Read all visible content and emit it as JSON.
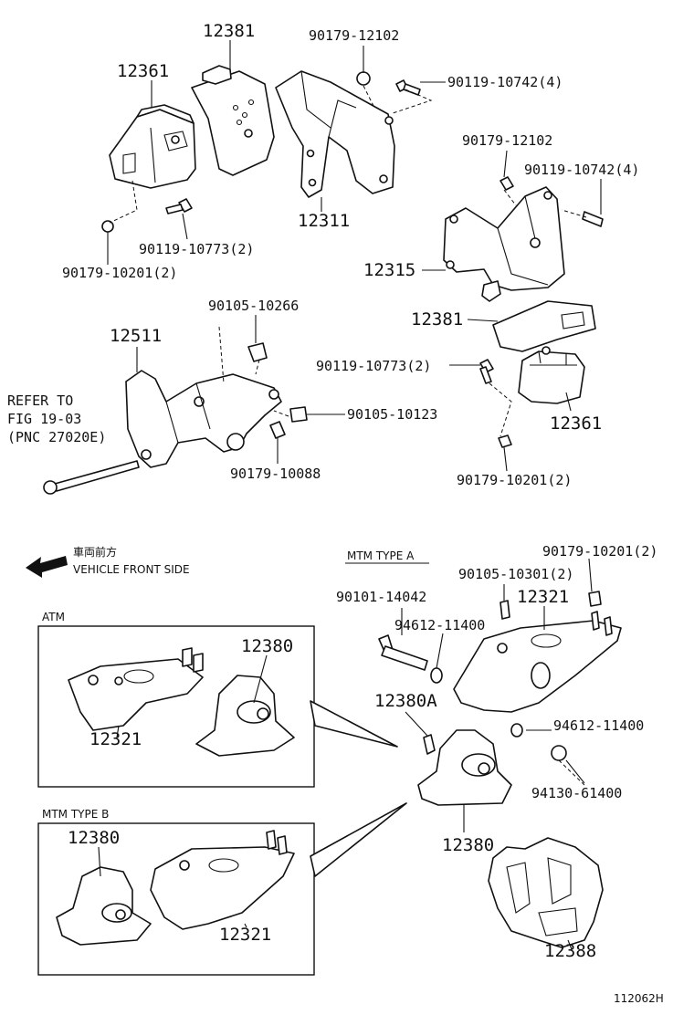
{
  "labels": {
    "p12381a": "12381",
    "p12361a": "12361",
    "p90179_12102a": "90179-12102",
    "p90119_10742a": "90119-10742(4)",
    "p12311": "12311",
    "p90119_10773a": "90119-10773(2)",
    "p90179_10201a": "90179-10201(2)",
    "p90179_12102b": "90179-12102",
    "p90119_10742b": "90119-10742(4)",
    "p12315": "12315",
    "p12381b": "12381",
    "p90119_10773b": "90119-10773(2)",
    "p12361b": "12361",
    "p90179_10201b": "90179-10201(2)",
    "p90105_10266": "90105-10266",
    "p12511": "12511",
    "refer1": "REFER TO",
    "refer2": "FIG 19-03",
    "refer3": "(PNC 27020E)",
    "p90105_10123": "90105-10123",
    "p90179_10088": "90179-10088",
    "front_jp": "車両前方",
    "front_en": "VEHICLE FRONT SIDE",
    "mtm_a": "MTM TYPE A",
    "p90179_10201c": "90179-10201(2)",
    "p90105_10301": "90105-10301(2)",
    "p90101_14042": "90101-14042",
    "p12321a": "12321",
    "p94612_11400a": "94612-11400",
    "atm": "ATM",
    "p12380a": "12380",
    "p12321b": "12321",
    "p12380A": "12380A",
    "p94612_11400b": "94612-11400",
    "p94130_61400": "94130-61400",
    "p12380b": "12380",
    "mtm_b": "MTM TYPE B",
    "p12380c": "12380",
    "p12321c": "12321",
    "p12388": "12388",
    "code": "112062H"
  }
}
